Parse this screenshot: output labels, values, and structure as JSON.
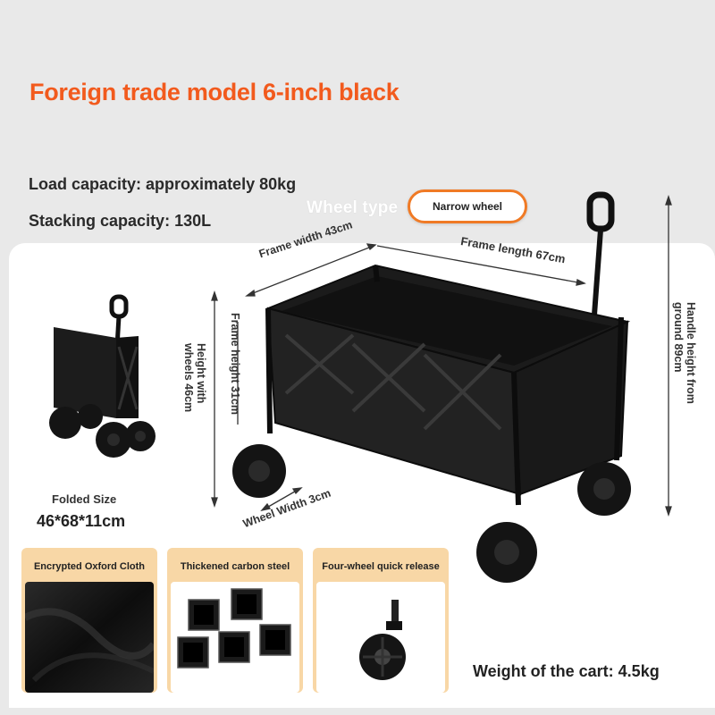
{
  "title": "Foreign trade model 6-inch black",
  "specs": {
    "load": "Load capacity: approximately 80kg",
    "stacking": "Stacking capacity: 130L"
  },
  "wheel_type": {
    "label": "Wheel type",
    "selected": "Narrow wheel"
  },
  "dimensions": {
    "frame_width": "Frame width 43cm",
    "frame_length": "Frame length 67cm",
    "frame_height": "Frame height 31cm",
    "height_with_wheels": "Height with wheels 46cm",
    "handle_height": "Handle height from ground 89cm",
    "wheel_width": "Wheel Width 3cm"
  },
  "folded": {
    "label": "Folded Size",
    "value": "46*68*11cm"
  },
  "features": [
    {
      "label": "Encrypted Oxford Cloth",
      "icon": "oxford-cloth-image"
    },
    {
      "label": "Thickened carbon steel",
      "icon": "carbon-steel-tubes-image"
    },
    {
      "label": "Four-wheel quick release",
      "icon": "caster-wheel-image"
    }
  ],
  "weight": "Weight of the cart: 4.5kg",
  "colors": {
    "accent": "#f25a1d",
    "feature_bg": "#f8d7a6",
    "cart": "#1b1b1b"
  }
}
